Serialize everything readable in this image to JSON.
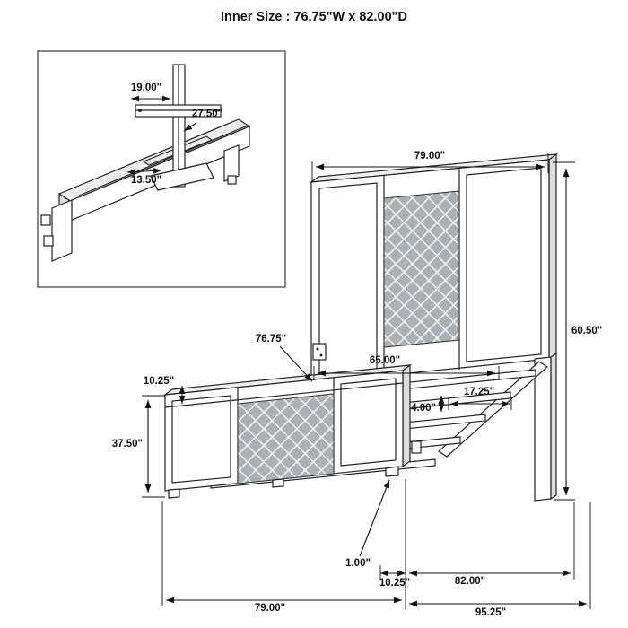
{
  "title": "Inner Size : 76.75\"W x 82.00\"D",
  "inset": {
    "dims": {
      "bracket_width": "19.00\"",
      "bracket_height": "27.50\"",
      "base_width": "13.50\""
    }
  },
  "bed": {
    "dims": {
      "headboard_width": "79.00\"",
      "headboard_height": "60.50\"",
      "slat_width": "76.75\"",
      "inner_width": "65.00\"",
      "rail_inset": "17.25\"",
      "slat_thickness": "4.00\"",
      "footboard_cap": "10.25\"",
      "footboard_height": "37.50\"",
      "foot_clearance": "1.00\"",
      "footboard_thickness": "10.25\"",
      "inner_depth": "82.00\"",
      "footboard_width": "79.00\"",
      "total_depth": "95.25\""
    }
  }
}
